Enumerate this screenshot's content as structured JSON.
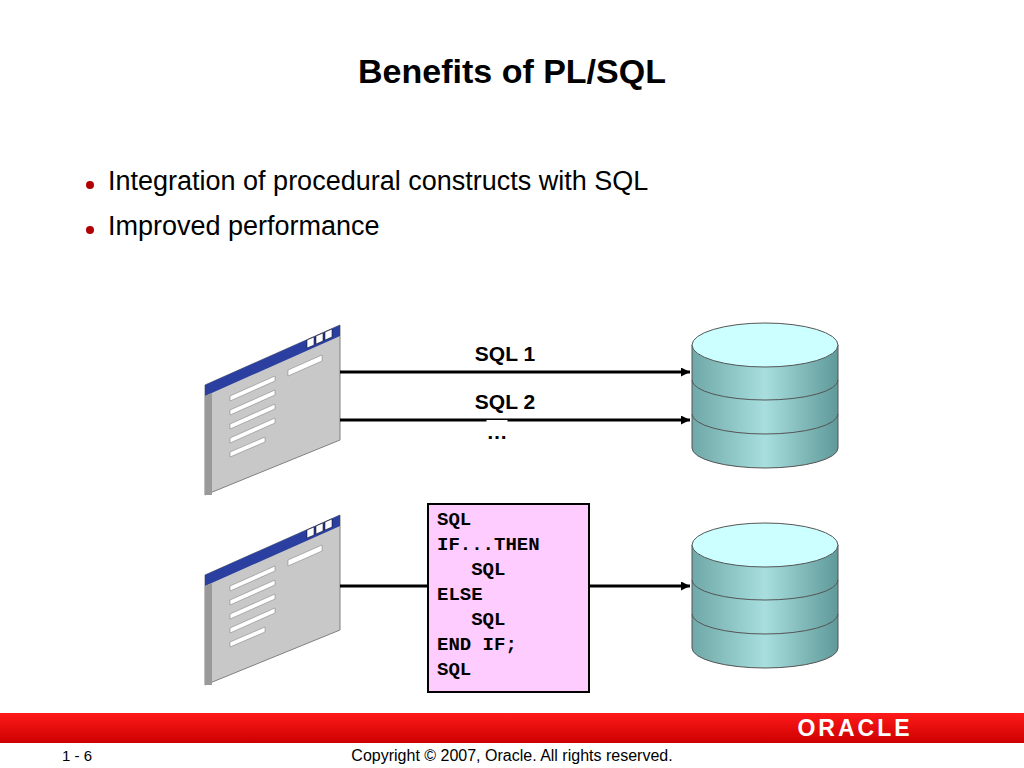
{
  "diagram": {
    "title": "Benefits of PL/SQL",
    "nodes": [
      {
        "text": [
          "SQL",
          "IF...THEN",
          "SQL",
          "ELSE",
          "SQL",
          "END IF;",
          "SQL"
        ]
      }
    ],
    "labels": [
      "Integration of procedural constructs with SQL",
      "Improved performance",
      "SQL 1",
      "SQL 2",
      "…",
      "1 - 6",
      "Copyright © 2007, Oracle. All rights reserved.",
      "ORACLE"
    ]
  }
}
